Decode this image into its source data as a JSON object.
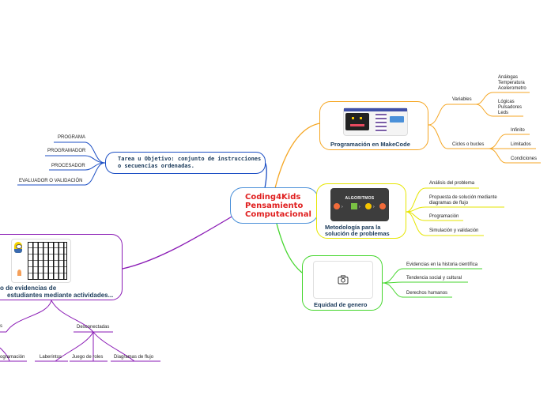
{
  "center": {
    "line1": "Coding4Kids",
    "line2": "Pensamiento",
    "line3": "Computacional"
  },
  "tarea": {
    "title_line1": "Tarea u Objetivo: conjunto de instrucciones",
    "title_line2": "o secuencias ordenadas.",
    "items": [
      "PROGRAMA",
      "PROGRAMADOR",
      "PROCESADOR",
      "EVALUADOR O VALIDACIÓN"
    ]
  },
  "makecode": {
    "title": "Programación en MakeCode",
    "variables": {
      "label": "Variables",
      "group1": [
        "Análogas",
        "Temperatura",
        "Acelerometro"
      ],
      "group2": [
        "Lógicas",
        "Pulsadores",
        "Leds"
      ]
    },
    "ciclos": {
      "label": "Ciclos o bucles",
      "items": [
        "Infinito",
        "Limitados",
        "Condiciones"
      ]
    }
  },
  "metodologia": {
    "title_line1": "Metodología para la",
    "title_line2": "solución de problemas",
    "card_title": "ALGORITMOS",
    "items": [
      "Análisis del problema",
      "Propuesta de solución mediante diagramas de flujo",
      "Programación",
      "Simulación y validación"
    ]
  },
  "equidad": {
    "title": "Equidad de genero",
    "items": [
      "Evidencias en la historia científica",
      "Tendencia social y cultural",
      "Derechos humanos"
    ]
  },
  "evidencias": {
    "title_line1": "o de evidencias de",
    "title_line2": "estudiantes mediante actividades...",
    "left_branch": "s",
    "left_leaf": "ogramación",
    "desconectadas": {
      "label": "Desconectadas",
      "items": [
        "Laberintos",
        "Juego de roles",
        "Diagramas de flujo"
      ]
    }
  },
  "colors": {
    "blue": "#1c4fc4",
    "orange": "#f5a623",
    "yellow": "#e6e600",
    "green": "#44d62c",
    "purple": "#8a1ab5"
  }
}
